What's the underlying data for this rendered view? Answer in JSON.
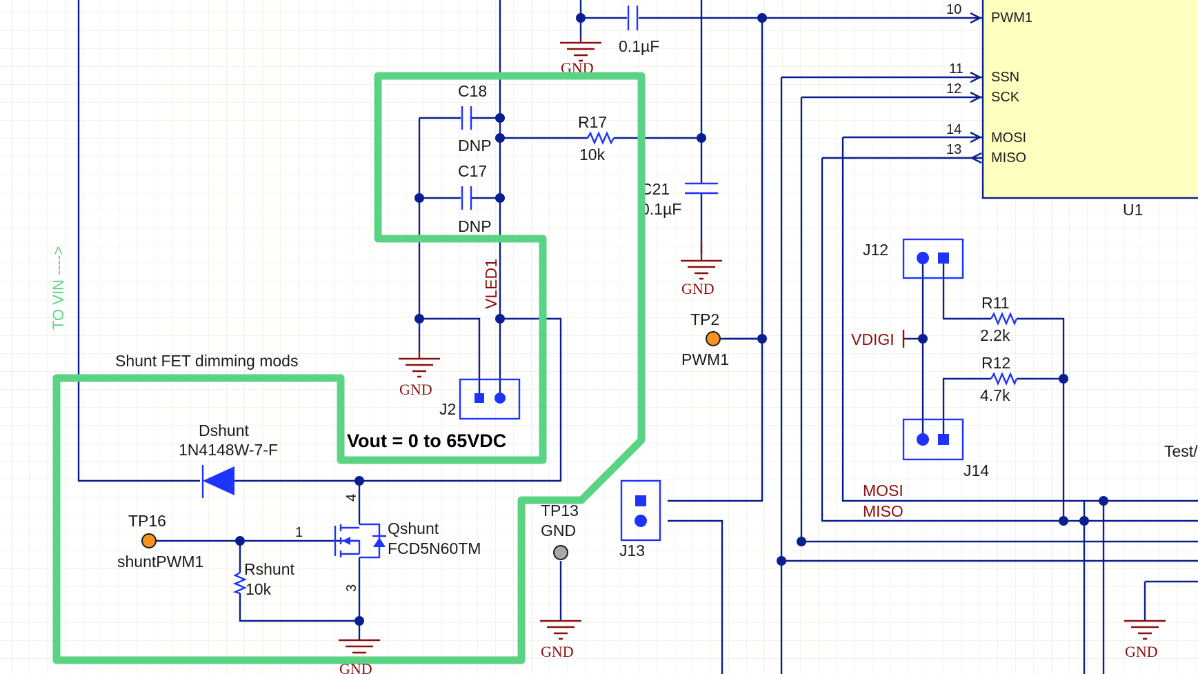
{
  "colors": {
    "background": "#ffffff",
    "grid": "#e3e8cf",
    "wire": "#0a1f8f",
    "component": "#1f33ff",
    "net_label": "#8b0d0d",
    "highlight": "#5bd384",
    "ic_fill": "#ffffc0",
    "test_point": "#f7931e"
  },
  "annotations": {
    "shunt_title": "Shunt FET dimming mods",
    "vout": "Vout = 0 to 65VDC",
    "to_vin": "TO VIN ---->"
  },
  "power_label": "GND",
  "components": {
    "c18": {
      "ref": "C18",
      "value": "DNP"
    },
    "c17": {
      "ref": "C17",
      "value": "DNP"
    },
    "r17": {
      "ref": "R17",
      "value": "10k"
    },
    "c21": {
      "ref": "C21",
      "value": "0.1µF"
    },
    "c_top": {
      "value": "0.1µF"
    },
    "r11": {
      "ref": "R11",
      "value": "2.2k"
    },
    "r12": {
      "ref": "R12",
      "value": "4.7k"
    },
    "dshunt": {
      "ref": "Dshunt",
      "value": "1N4148W-7-F"
    },
    "qshunt": {
      "ref": "Qshunt",
      "value": "FCD5N60TM",
      "pin_gate": "1",
      "pin_drain": "4",
      "pin_source": "3"
    },
    "rshunt": {
      "ref": "Rshunt",
      "value": "10k"
    },
    "tp2": {
      "ref": "TP2",
      "net": "PWM1"
    },
    "tp13": {
      "ref": "TP13",
      "net": "GND"
    },
    "tp16": {
      "ref": "TP16",
      "net": "shuntPWM1"
    },
    "j2": {
      "ref": "J2"
    },
    "j12": {
      "ref": "J12"
    },
    "j13": {
      "ref": "J13"
    },
    "j14": {
      "ref": "J14"
    },
    "u1": {
      "ref": "U1"
    }
  },
  "u1_pins": [
    {
      "number": "10",
      "name": "PWM1"
    },
    {
      "number": "11",
      "name": "SSN"
    },
    {
      "number": "12",
      "name": "SCK"
    },
    {
      "number": "14",
      "name": "MOSI"
    },
    {
      "number": "13",
      "name": "MISO"
    }
  ],
  "nets": {
    "vled1": "VLED1",
    "vdigi": "VDIGI",
    "mosi": "MOSI",
    "miso": "MISO",
    "test_partial": "Test/"
  }
}
